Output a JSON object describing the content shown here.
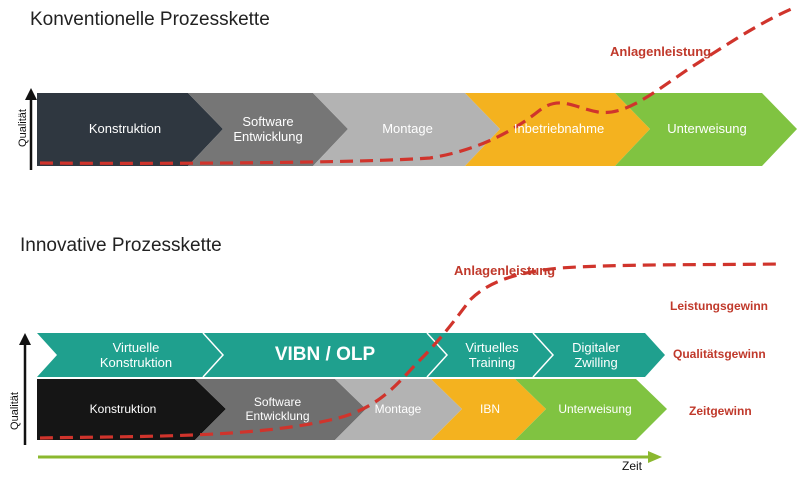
{
  "top": {
    "title": "Konventionelle Prozesskette",
    "y_axis": "Qualität",
    "curve_label": "Anlagenleistung",
    "segments": [
      {
        "label": "Konstruktion",
        "color": "#2f3740"
      },
      {
        "label": "Software\nEntwicklung",
        "color": "#767676"
      },
      {
        "label": "Montage",
        "color": "#b3b3b3"
      },
      {
        "label": "Inbetriebnahme",
        "color": "#f4b21f"
      },
      {
        "label": "Unterweisung",
        "color": "#80c341"
      }
    ]
  },
  "bottom": {
    "title": "Innovative Prozesskette",
    "y_axis": "Qualität",
    "x_axis": "Zeit",
    "curve_label": "Anlagenleistung",
    "upper_segments": [
      {
        "label": "Virtuelle\nKonstruktion",
        "color": "#1fa08e"
      },
      {
        "label": "VIBN / OLP",
        "color": "#1fa08e"
      },
      {
        "label": "Virtuelles\nTraining",
        "color": "#1fa08e"
      },
      {
        "label": "Digitaler\nZwilling",
        "color": "#1fa08e"
      }
    ],
    "lower_segments": [
      {
        "label": "Konstruktion",
        "color": "#151515"
      },
      {
        "label": "Software\nEntwicklung",
        "color": "#6f6f6f"
      },
      {
        "label": "Montage",
        "color": "#b3b3b3"
      },
      {
        "label": "IBN",
        "color": "#f4b21f"
      },
      {
        "label": "Unterweisung",
        "color": "#80c341"
      }
    ],
    "gains": [
      "Leistungsgewinn",
      "Qualitätsgewinn",
      "Zeitgewinn"
    ]
  },
  "colors": {
    "curve": "#d0342c",
    "time_axis": "#8bb82f",
    "gain_text": "#c0392b"
  }
}
